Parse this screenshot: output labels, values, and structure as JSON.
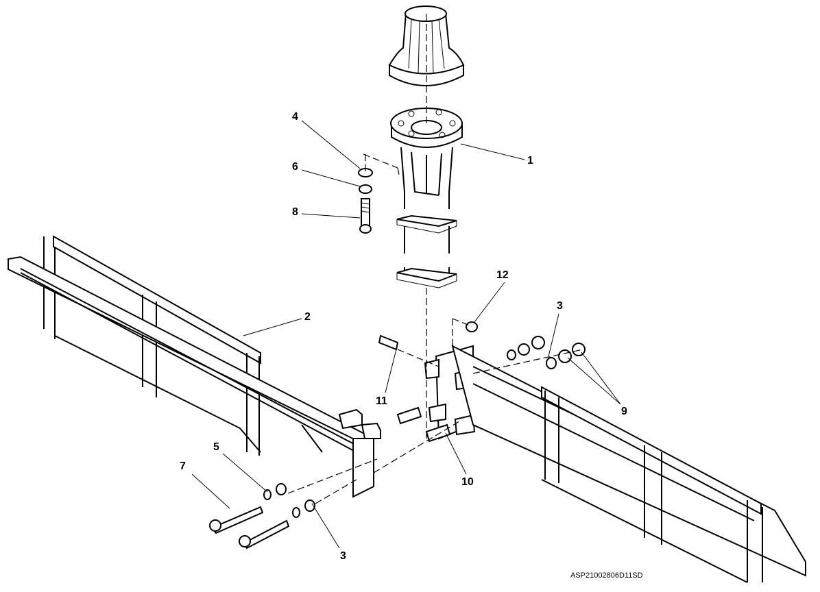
{
  "callouts": {
    "c1": "1",
    "c2": "2",
    "c3a": "3",
    "c3b": "3",
    "c4": "4",
    "c5": "5",
    "c6": "6",
    "c7": "7",
    "c8": "8",
    "c9": "9",
    "c10": "10",
    "c11": "11",
    "c12": "12"
  },
  "drawing_code": "ASP21002806D11SD"
}
